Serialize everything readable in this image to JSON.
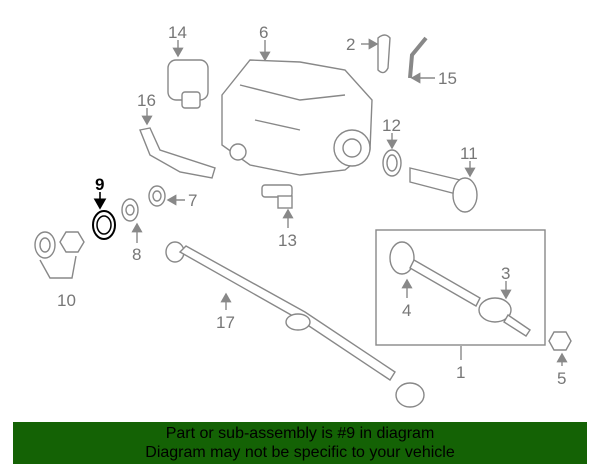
{
  "diagram": {
    "selected_part": "9",
    "callouts": [
      "1",
      "2",
      "3",
      "4",
      "5",
      "6",
      "7",
      "8",
      "9",
      "10",
      "11",
      "12",
      "13",
      "14",
      "15",
      "16",
      "17"
    ]
  },
  "banner": {
    "line1": "Part or sub-assembly is #9 in diagram",
    "line2": "Diagram may not be specific to your vehicle",
    "color": "#146205"
  }
}
